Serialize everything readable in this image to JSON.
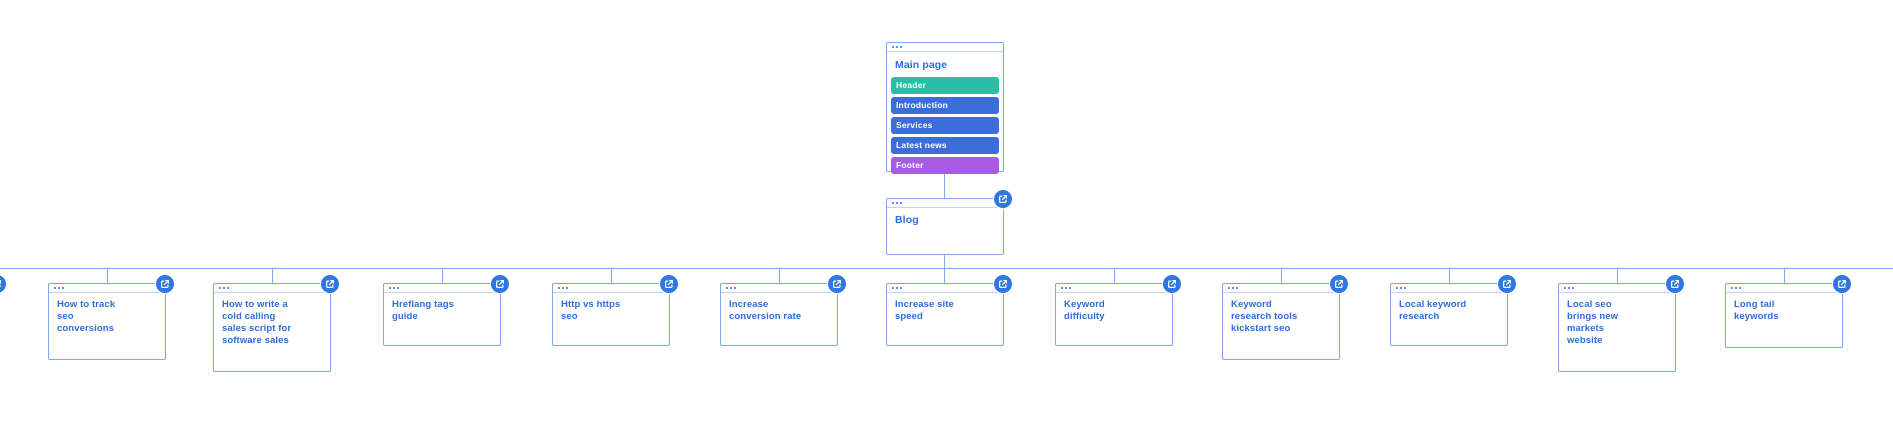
{
  "root_page": {
    "title": "Main page",
    "sections": [
      {
        "label": "Header",
        "color": "#29bfa6"
      },
      {
        "label": "Introduction",
        "color": "#3b6ed9"
      },
      {
        "label": "Services",
        "color": "#3b6ed9"
      },
      {
        "label": "Latest news",
        "color": "#3b6ed9"
      },
      {
        "label": "Footer",
        "color": "#a95ce2"
      }
    ]
  },
  "blog_page": {
    "title": "Blog"
  },
  "child_pages": [
    {
      "title": ""
    },
    {
      "title": "How to track\nseo\nconversions"
    },
    {
      "title": "How to write a\ncold calling\nsales script for\nsoftware sales"
    },
    {
      "title": "Hreflang tags\nguide"
    },
    {
      "title": "Http vs https\nseo"
    },
    {
      "title": "Increase\nconversion rate"
    },
    {
      "title": "Increase site\nspeed"
    },
    {
      "title": "Keyword\ndifficulty"
    },
    {
      "title": "Keyword\nresearch tools\nkickstart seo"
    },
    {
      "title": "Local keyword\nresearch"
    },
    {
      "title": "Local seo\nbrings new\nmarkets\nwebsite"
    },
    {
      "title": "Long tail\nkeywords"
    }
  ],
  "colors": {
    "connector": "#7fa9e6",
    "card_border": "#7fa9e6",
    "title_text": "#2e6ed8",
    "badge_background": "#3078e0",
    "section_teal": "#29bfa6",
    "section_blue": "#3b6ed9",
    "section_purple": "#a95ce2"
  }
}
